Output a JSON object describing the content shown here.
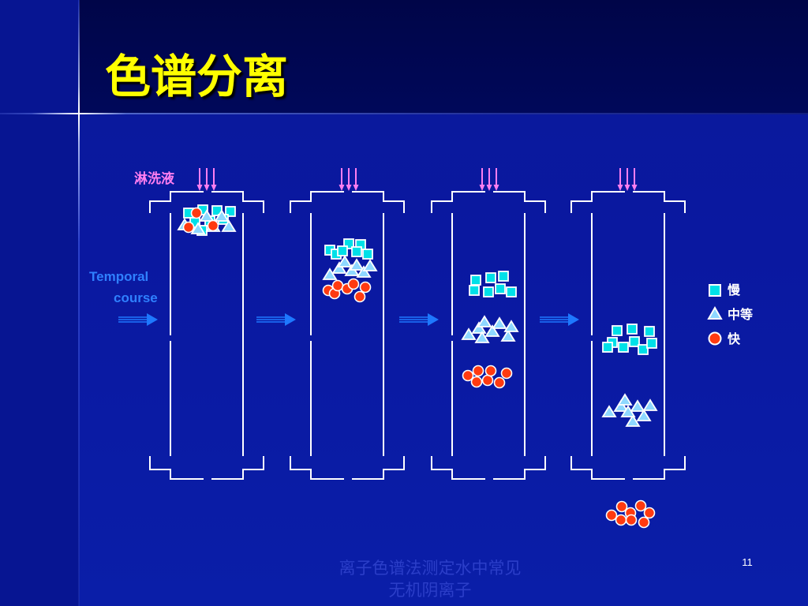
{
  "title": "色谱分离",
  "eluent_label": "淋洗液",
  "temporal_label": {
    "line1": "Temporal",
    "line2": "course"
  },
  "legend": [
    {
      "shape": "square",
      "label": "慢"
    },
    {
      "shape": "triangle",
      "label": "中等"
    },
    {
      "shape": "circle",
      "label": "快"
    }
  ],
  "footer": {
    "line1": "离子色谱法测定水中常见",
    "line2": "无机阴离子"
  },
  "page_number": "11",
  "colors": {
    "slow": "#00e0e8",
    "medium": "#8ed8ff",
    "fast": "#ff3a10",
    "eluent": "#ff7ef0",
    "title": "#ffff00",
    "temporal": "#2f80ff",
    "column": "#ffffff",
    "flow_arrow": "#1e78ff"
  }
}
